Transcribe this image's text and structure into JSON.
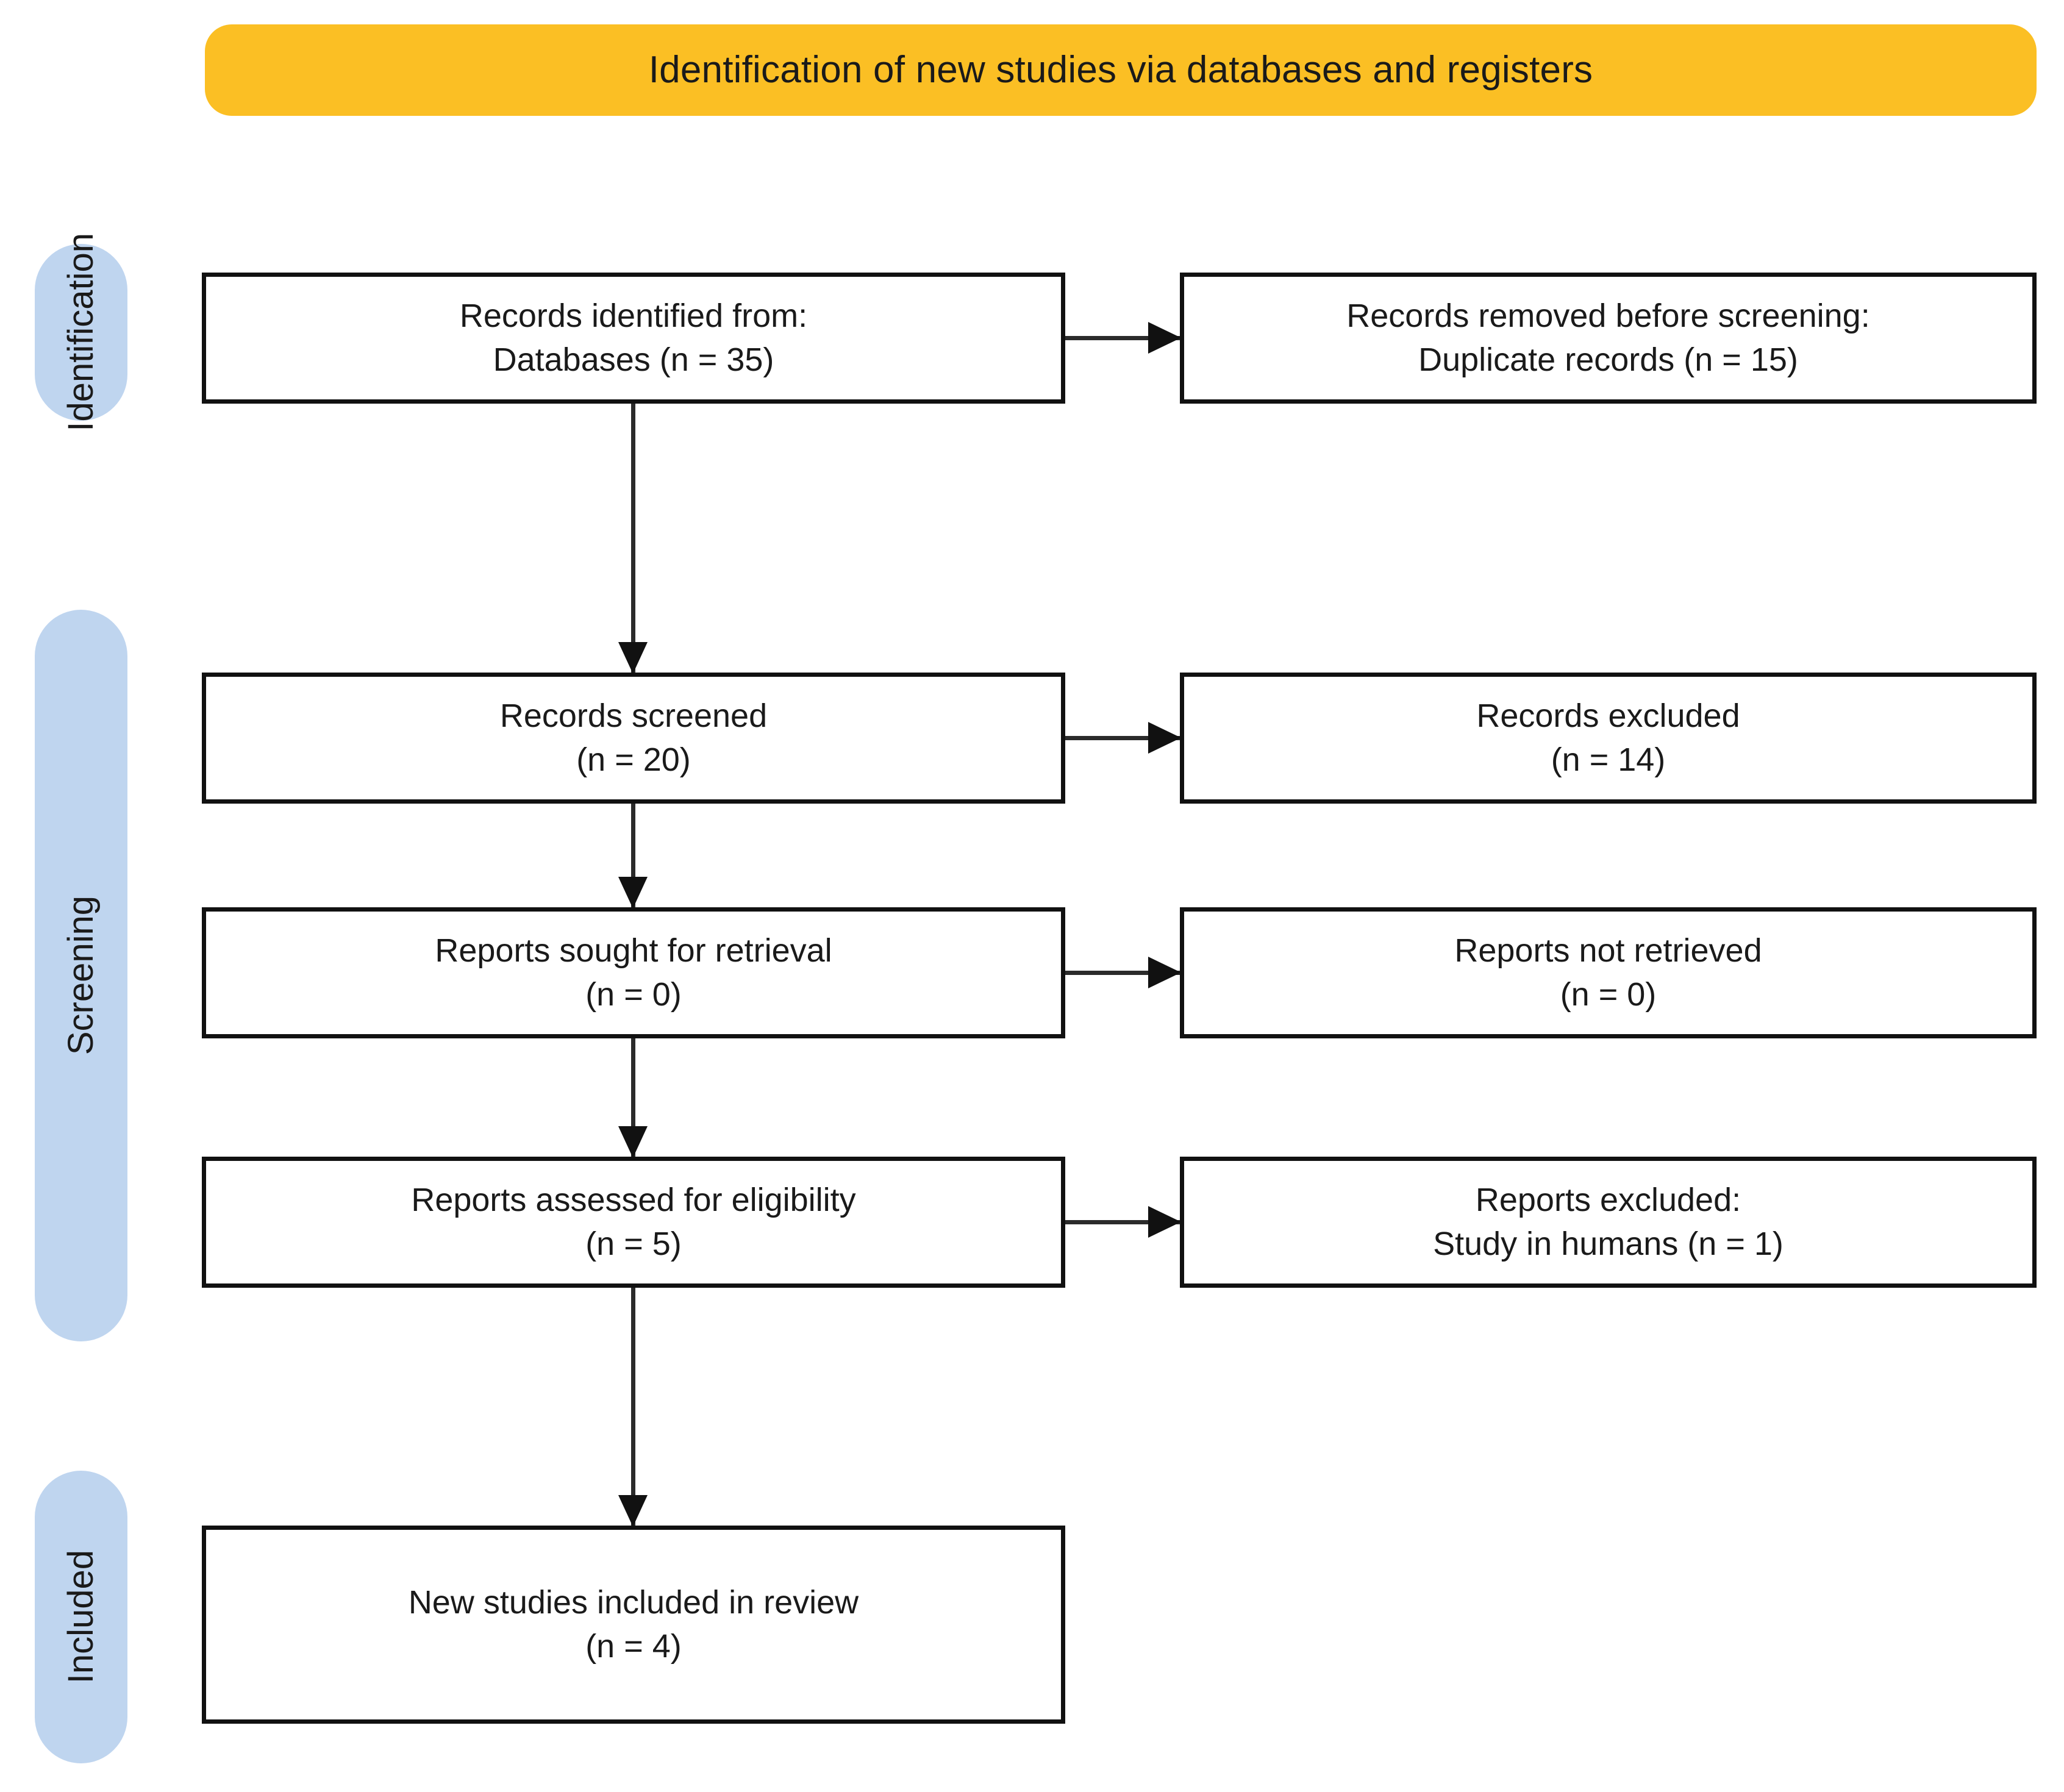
{
  "header": {
    "title": "Identification of new studies via databases and registers",
    "color": "#fbbf24"
  },
  "stages": {
    "pill_color": "#bfd5ef",
    "identification": "Identification",
    "screening": "Screening",
    "included": "Included"
  },
  "boxes": {
    "identified": {
      "line1": "Records identified from:",
      "line2": "Databases (n = 35)"
    },
    "removed": {
      "line1": "Records removed before screening:",
      "line2": "Duplicate records (n = 15)"
    },
    "screened": {
      "line1": "Records screened",
      "line2": "(n = 20)"
    },
    "excluded": {
      "line1": "Records excluded",
      "line2": "(n = 14)"
    },
    "sought": {
      "line1": "Reports sought for retrieval",
      "line2": "(n = 0)"
    },
    "not_retrieved": {
      "line1": "Reports not retrieved",
      "line2": "(n = 0)"
    },
    "assessed": {
      "line1": "Reports assessed for eligibility",
      "line2": "(n = 5)"
    },
    "reports_excluded": {
      "line1": "Reports excluded:",
      "line2": "Study in humans (n =  1)"
    },
    "included": {
      "line1": "New studies included in review",
      "line2": "(n = 4)"
    }
  },
  "chart_data": {
    "type": "diagram",
    "title": "Identification of new studies via databases and registers",
    "nodes": [
      {
        "id": "identified",
        "stage": "Identification",
        "column": "left",
        "label": "Records identified from: Databases",
        "n": 35
      },
      {
        "id": "removed",
        "stage": "Identification",
        "column": "right",
        "label": "Records removed before screening: Duplicate records",
        "n": 15
      },
      {
        "id": "screened",
        "stage": "Screening",
        "column": "left",
        "label": "Records screened",
        "n": 20
      },
      {
        "id": "excluded",
        "stage": "Screening",
        "column": "right",
        "label": "Records excluded",
        "n": 14
      },
      {
        "id": "sought",
        "stage": "Screening",
        "column": "left",
        "label": "Reports sought for retrieval",
        "n": 0
      },
      {
        "id": "not_retrieved",
        "stage": "Screening",
        "column": "right",
        "label": "Reports not retrieved",
        "n": 0
      },
      {
        "id": "assessed",
        "stage": "Screening",
        "column": "left",
        "label": "Reports assessed for eligibility",
        "n": 5
      },
      {
        "id": "reports_excluded",
        "stage": "Screening",
        "column": "right",
        "label": "Reports excluded: Study in humans",
        "n": 1
      },
      {
        "id": "included",
        "stage": "Included",
        "column": "left",
        "label": "New studies included in review",
        "n": 4
      }
    ],
    "edges": [
      {
        "from": "identified",
        "to": "removed",
        "direction": "horizontal"
      },
      {
        "from": "identified",
        "to": "screened",
        "direction": "vertical"
      },
      {
        "from": "screened",
        "to": "excluded",
        "direction": "horizontal"
      },
      {
        "from": "screened",
        "to": "sought",
        "direction": "vertical"
      },
      {
        "from": "sought",
        "to": "not_retrieved",
        "direction": "horizontal"
      },
      {
        "from": "sought",
        "to": "assessed",
        "direction": "vertical"
      },
      {
        "from": "assessed",
        "to": "reports_excluded",
        "direction": "horizontal"
      },
      {
        "from": "assessed",
        "to": "included",
        "direction": "vertical"
      }
    ]
  }
}
